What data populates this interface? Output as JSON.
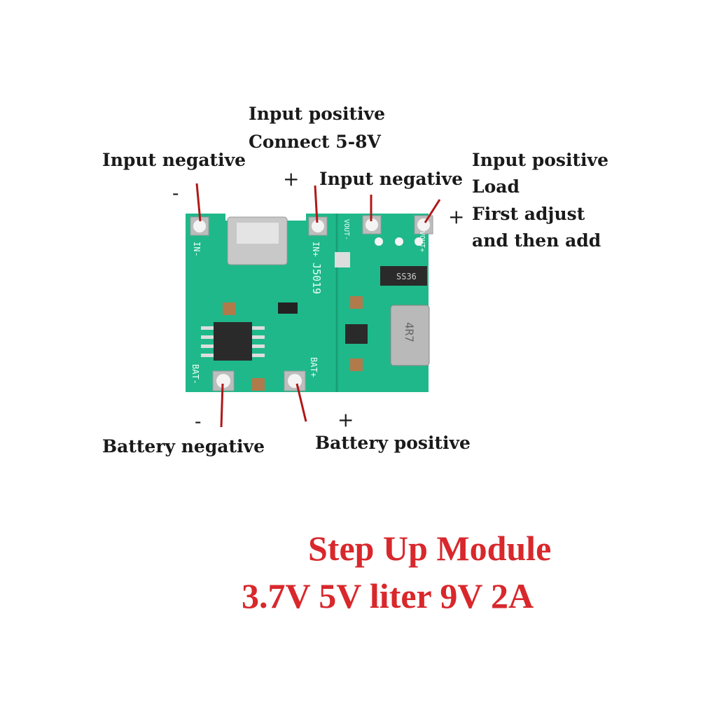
{
  "labels": {
    "input_neg_left": "Input negative",
    "input_pos_top_1": "Input positive",
    "input_pos_top_2": "Connect 5-8V",
    "input_neg_mid": "Input negative",
    "input_pos_right_1": "Input positive",
    "input_pos_right_2": "Load",
    "input_pos_right_3": "First adjust",
    "input_pos_right_4": "and then add",
    "battery_neg": "Battery negative",
    "battery_pos": "Battery positive"
  },
  "signs": {
    "minus": "-",
    "plus": "+"
  },
  "board": {
    "in_minus": "IN-",
    "in_plus": "IN+",
    "model": "J5019",
    "vout_minus": "VOUT-",
    "vout_plus": "VOUT+",
    "bat_minus": "BAT-",
    "bat_plus": "BAT+",
    "diode": "SS36",
    "inductor": "4R7"
  },
  "title": {
    "line1": "Step Up Module",
    "line2": "3.7V 5V liter 9V 2A"
  },
  "colors": {
    "board": "#1fb88a",
    "accent": "#d8282c",
    "pointer": "#b01818"
  }
}
